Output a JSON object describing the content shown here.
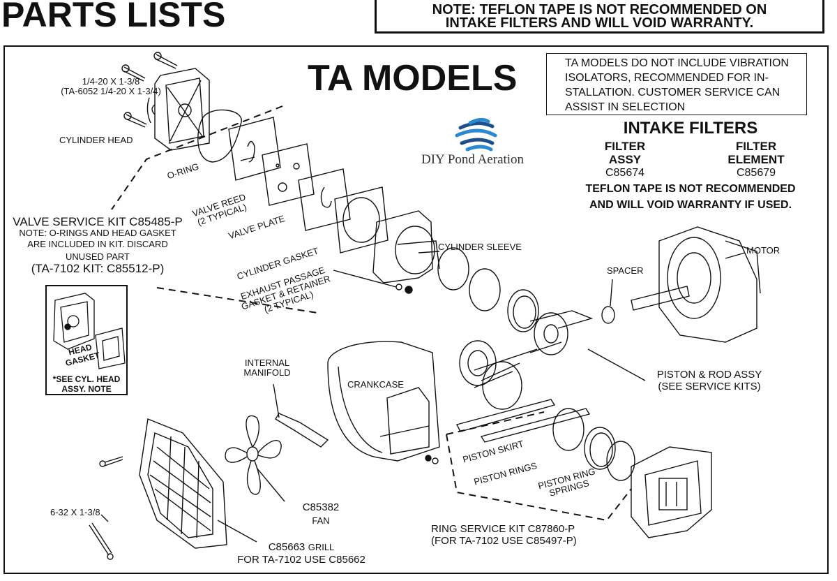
{
  "header": {
    "title": "PARTS LISTS",
    "note_line1": "NOTE:  TEFLON TAPE IS NOT RECOMMENDED ON",
    "note_line2": "INTAKE FILTERS AND WILL VOID WARRANTY."
  },
  "diagram": {
    "title": "TA MODELS",
    "vibration_note": [
      "TA MODELS DO NOT INCLUDE VIBRATION",
      "ISOLATORS, RECOMMENDED FOR IN-",
      "STALLATION.  CUSTOMER SERVICE CAN",
      "ASSIST IN SELECTION"
    ],
    "logo_text": "DIY Pond Aeration",
    "intake_filters": {
      "heading": "INTAKE FILTERS",
      "col1_title_1": "FILTER",
      "col1_title_2": "ASSY",
      "col1_value": "C85674",
      "col2_title_1": "FILTER",
      "col2_title_2": "ELEMENT",
      "col2_value": "C85679",
      "warning_1": "TEFLON TAPE IS NOT RECOMMENDED",
      "warning_2": "AND WILL VOID WARRANTY IF USED."
    },
    "labels": {
      "bolt_top_1": "1/4-20 X 1-3/8",
      "bolt_top_2": "(TA-6052 1/4-20 X 1-3/4)",
      "cylinder_head": "CYLINDER HEAD",
      "o_ring": "O-RING",
      "valve_reed_1": "VALVE REED",
      "valve_reed_2": "(2 TYPICAL)",
      "valve_plate": "VALVE PLATE",
      "valve_kit": "VALVE SERVICE KIT C85485-P",
      "valve_kit_note_1": "NOTE:  O-RINGS AND HEAD GASKET",
      "valve_kit_note_2": "ARE INCLUDED IN KIT.  DISCARD",
      "valve_kit_note_3": "UNUSED PART",
      "valve_kit_alt": "(TA-7102 KIT:  C85512-P)",
      "cylinder_gasket": "CYLINDER GASKET",
      "exhaust_1": "EXHAUST PASSAGE",
      "exhaust_2": "GASKET & RETAINER",
      "exhaust_3": "(2 TYPICAL)",
      "cylinder_sleeve": "CYLINDER SLEEVE",
      "spacer": "SPACER",
      "motor": "MOTOR",
      "head_gasket_1": "HEAD",
      "head_gasket_2": "GASKET",
      "see_cyl_1": "*SEE CYL. HEAD",
      "see_cyl_2": "ASSY. NOTE",
      "internal_manifold_1": "INTERNAL",
      "internal_manifold_2": "MANIFOLD",
      "crankcase": "CRANKCASE",
      "piston_rod_1": "PISTON & ROD ASSY",
      "piston_rod_2": "(SEE SERVICE KITS)",
      "piston_skirt": "PISTON SKIRT",
      "piston_rings": "PISTON RINGS",
      "piston_ring_springs_1": "PISTON RING",
      "piston_ring_springs_2": "SPRINGS",
      "ring_kit_1": "RING SERVICE KIT C87860-P",
      "ring_kit_2": "(FOR TA-7102 USE C85497-P)",
      "fan_part": "C85382",
      "fan": "FAN",
      "grill_part": "C85663",
      "grill": "GRILL",
      "grill_alt": "FOR TA-7102 USE C85662",
      "bolt_bottom": "6-32 X 1-3/8"
    }
  }
}
